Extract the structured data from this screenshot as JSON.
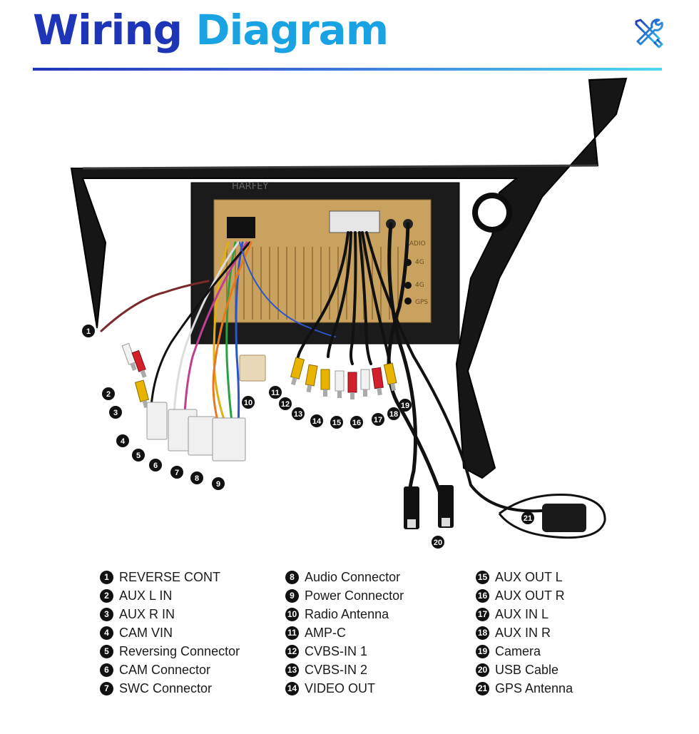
{
  "header": {
    "title_part1": "Wiring",
    "title_part2": "Diagram",
    "tools_icon": "tools-icon"
  },
  "colors": {
    "title_dark_blue": "#1f35b8",
    "title_light_blue": "#1aa3e3",
    "connector_yellow": "#e8b400",
    "connector_red": "#d4202c",
    "connector_white": "#f2f2f2",
    "chassis_gold": "#c9a25f",
    "frame_black": "#151515"
  },
  "unit": {
    "brand_mark": "HARFEY",
    "port_labels": [
      "RADIO",
      "4G",
      "4G",
      "GPS"
    ]
  },
  "callouts": [
    "1",
    "2",
    "3",
    "4",
    "5",
    "6",
    "7",
    "8",
    "9",
    "10",
    "11",
    "12",
    "13",
    "14",
    "15",
    "16",
    "17",
    "18",
    "19",
    "20",
    "21"
  ],
  "legend": {
    "columns": [
      [
        {
          "num": "1",
          "label": "REVERSE CONT"
        },
        {
          "num": "2",
          "label": "AUX L IN"
        },
        {
          "num": "3",
          "label": "AUX R IN"
        },
        {
          "num": "4",
          "label": "CAM VIN"
        },
        {
          "num": "5",
          "label": "Reversing Connector"
        },
        {
          "num": "6",
          "label": "CAM Connector"
        },
        {
          "num": "7",
          "label": "SWC Connector"
        }
      ],
      [
        {
          "num": "8",
          "label": "Audio Connector"
        },
        {
          "num": "9",
          "label": "Power Connector"
        },
        {
          "num": "10",
          "label": "Radio Antenna"
        },
        {
          "num": "11",
          "label": "AMP-C"
        },
        {
          "num": "12",
          "label": "CVBS-IN 1"
        },
        {
          "num": "13",
          "label": "CVBS-IN 2"
        },
        {
          "num": "14",
          "label": "VIDEO OUT"
        }
      ],
      [
        {
          "num": "15",
          "label": "AUX OUT L"
        },
        {
          "num": "16",
          "label": "AUX OUT R"
        },
        {
          "num": "17",
          "label": "AUX IN L"
        },
        {
          "num": "18",
          "label": "AUX IN R"
        },
        {
          "num": "19",
          "label": "Camera"
        },
        {
          "num": "20",
          "label": "USB Cable"
        },
        {
          "num": "21",
          "label": "GPS Antenna"
        }
      ]
    ]
  }
}
